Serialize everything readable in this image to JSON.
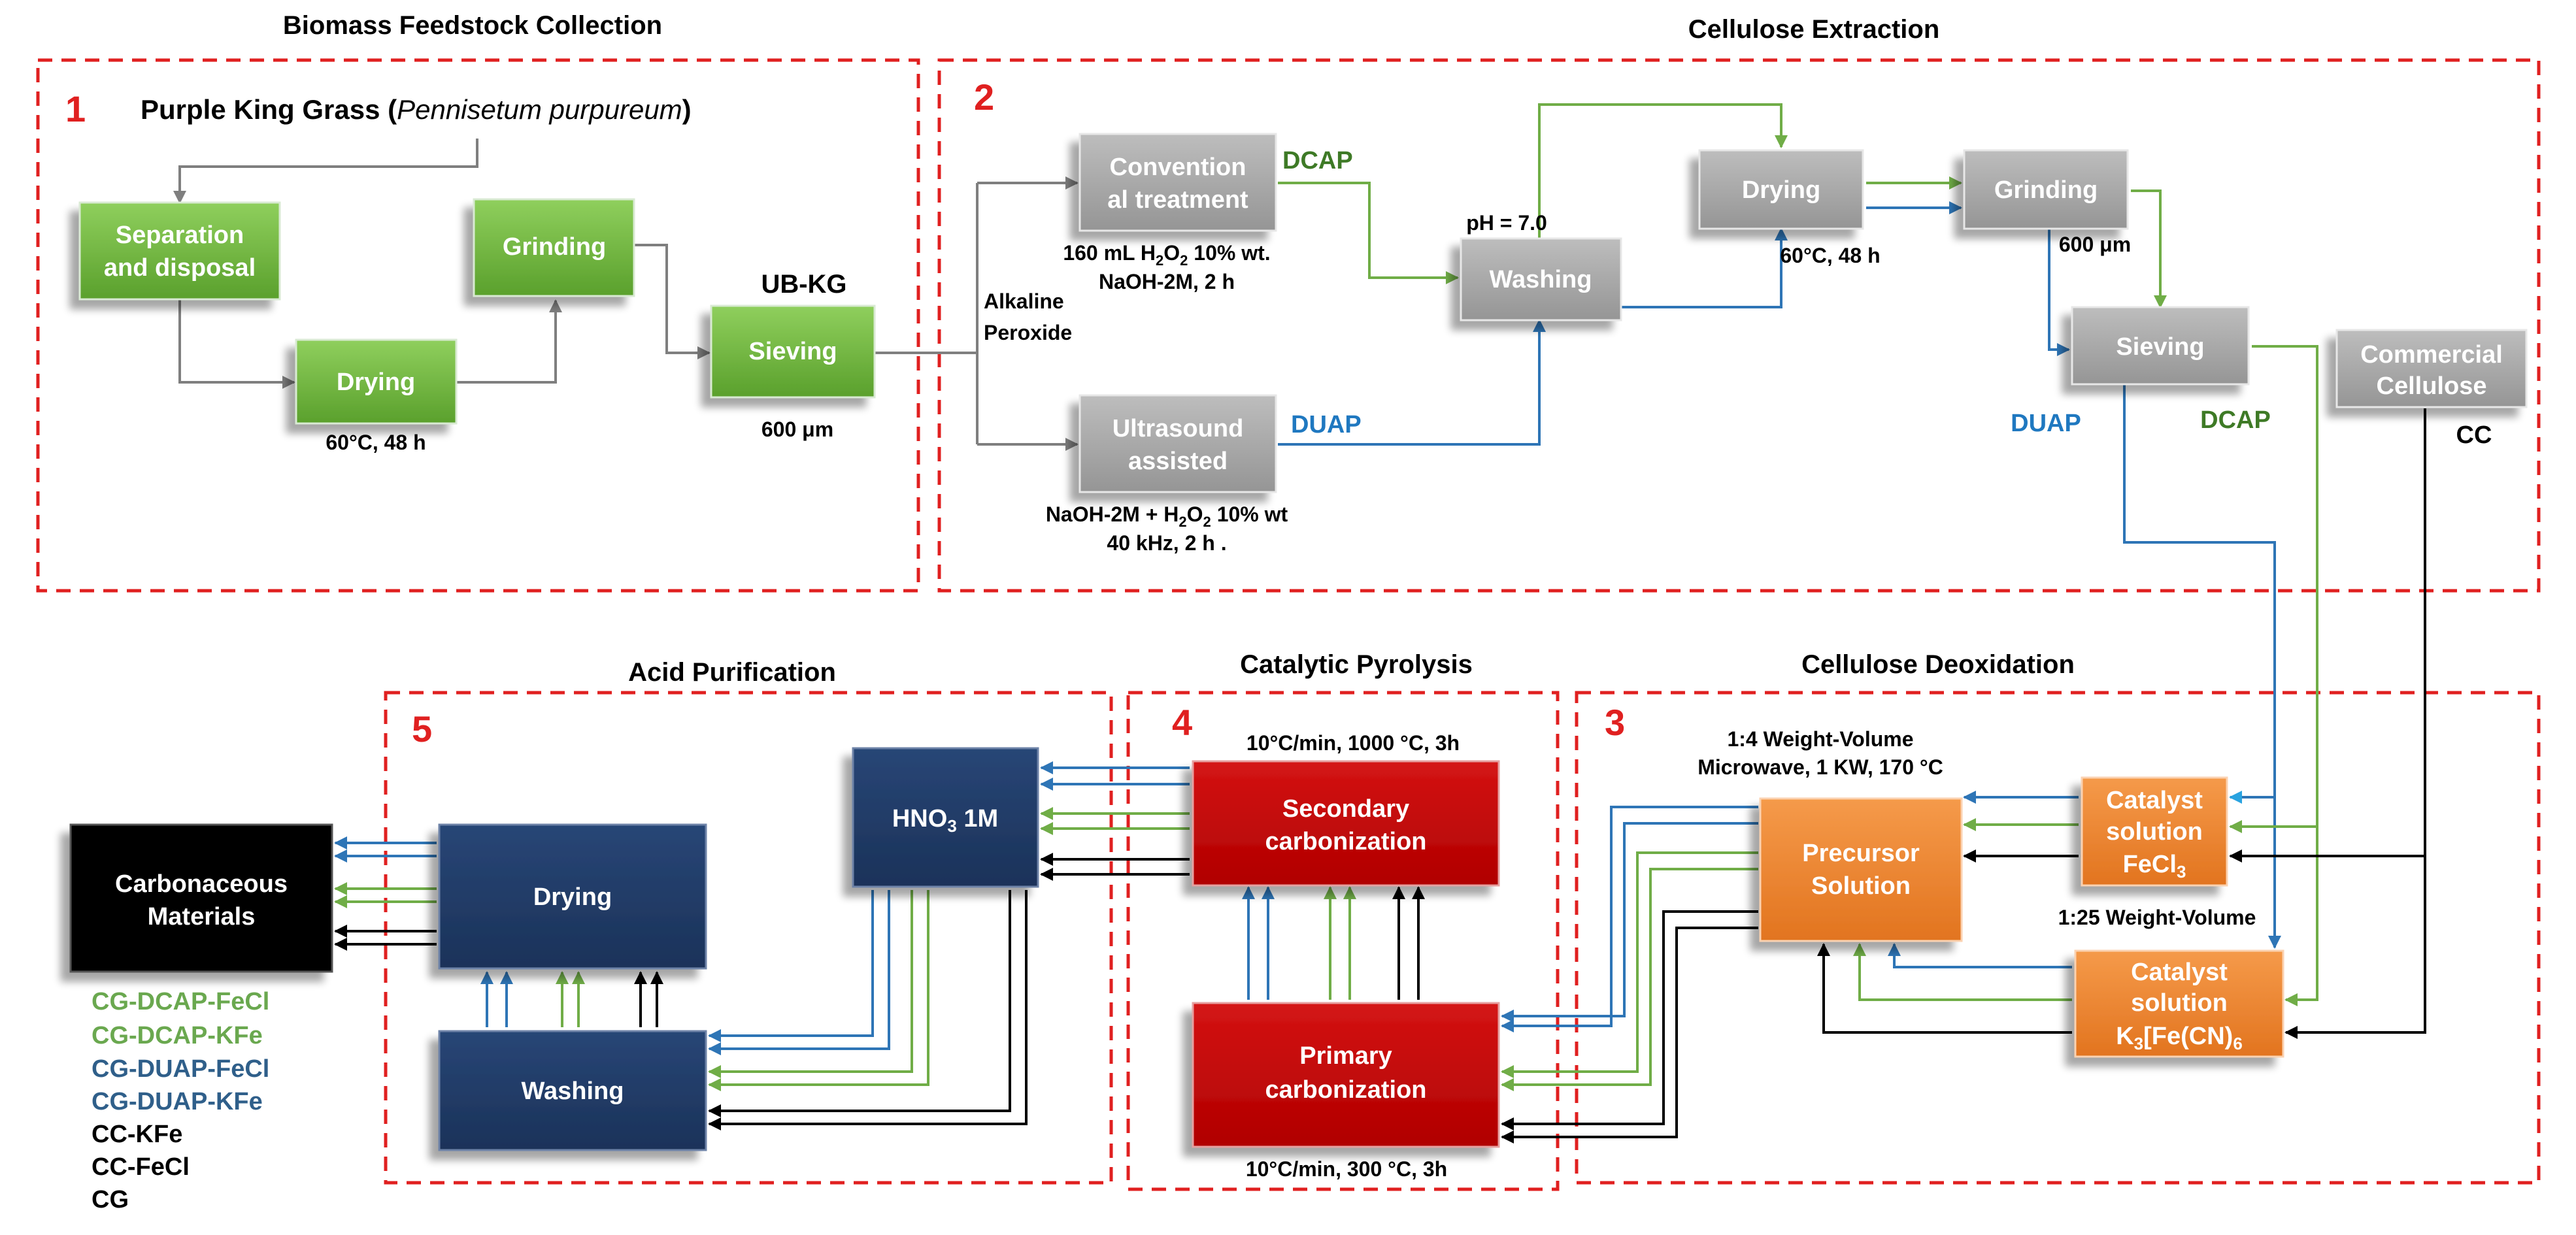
{
  "sections": {
    "s1": {
      "title": "Biomass Feedstock Collection",
      "number": "1"
    },
    "s2": {
      "title": "Cellulose Extraction",
      "number": "2"
    },
    "s3": {
      "title": "Cellulose Deoxidation",
      "number": "3"
    },
    "s4": {
      "title": "Catalytic Pyrolysis",
      "number": "4"
    },
    "s5": {
      "title": "Acid Purification",
      "number": "5"
    }
  },
  "feedstock": {
    "prefix": "Purple King Grass (",
    "species": "Pennisetum purpureum",
    "suffix": ")"
  },
  "boxes": {
    "separation": [
      "Separation",
      "and disposal"
    ],
    "drying1": "Drying",
    "grinding1": "Grinding",
    "sieving1": "Sieving",
    "conventional": [
      "Convention",
      "al treatment"
    ],
    "ultrasound": [
      "Ultrasound",
      "assisted"
    ],
    "washing2": "Washing",
    "drying2": "Drying",
    "grinding2": "Grinding",
    "sieving2": "Sieving",
    "commercial": [
      "Commercial",
      "Cellulose"
    ],
    "precursor": [
      "Precursor",
      "Solution"
    ],
    "catalyst_fecl3": [
      "Catalyst",
      "solution",
      "FeCl",
      "3"
    ],
    "catalyst_k3": [
      "Catalyst",
      "solution",
      "K",
      "3",
      "[Fe(CN)",
      "6"
    ],
    "secondary": [
      "Secondary",
      "carbonization"
    ],
    "primary": [
      "Primary",
      "carbonization"
    ],
    "hno3": [
      "HNO",
      "3",
      " 1M"
    ],
    "drying5": "Drying",
    "washing5": "Washing",
    "carbonaceous": [
      "Carbonaceous",
      "Materials"
    ]
  },
  "annotations": {
    "drying1_cond": "60°C, 48 h",
    "ub_kg": "UB-KG",
    "sieve_600": "600 μm",
    "alkaline": [
      "Alkaline",
      "Peroxide"
    ],
    "conv_cond1": [
      "160 mL H",
      "2",
      "O",
      "2",
      " 10% wt."
    ],
    "conv_cond2": "NaOH-2M, 2 h",
    "ultra_cond1": [
      "NaOH-2M + H",
      "2",
      "O",
      "2",
      " 10% wt"
    ],
    "ultra_cond2": "40 kHz, 2 h .",
    "dcap_label": "DCAP",
    "duap_label": "DUAP",
    "ph": "pH = 7.0",
    "drying2_cond": "60°C, 48 h",
    "grind_600": "600 μm",
    "duap2": "DUAP",
    "dcap2": "DCAP",
    "cc": "CC",
    "weight14": "1:4 Weight-Volume",
    "microwave": "Microwave, 1 KW, 170 °C",
    "weight125": "1:25 Weight-Volume",
    "secondary_cond": "10°C/min, 1000 °C, 3h",
    "primary_cond": "10°C/min, 300 °C, 3h"
  },
  "outputs": [
    {
      "text": "CG-DCAP-FeCl",
      "kind": "green"
    },
    {
      "text": "CG-DCAP-KFe",
      "kind": "green"
    },
    {
      "text": "CG-DUAP-FeCl",
      "kind": "blue"
    },
    {
      "text": "CG-DUAP-KFe",
      "kind": "blue"
    },
    {
      "text": "CC-KFe",
      "kind": "black"
    },
    {
      "text": "CC-FeCl",
      "kind": "black"
    },
    {
      "text": "CG",
      "kind": "black"
    }
  ],
  "colors": {
    "green_box": "#6cb33f",
    "gray_box": "#a6a6a6",
    "orange_box": "#ed7d31",
    "red_box": "#c00000",
    "navy_box": "#1f3864",
    "black_box": "#000000",
    "green_line": "#70ad47",
    "blue_line": "#2e75b6",
    "gray_line": "#7f7f7f",
    "dash_red": "#e02020"
  }
}
